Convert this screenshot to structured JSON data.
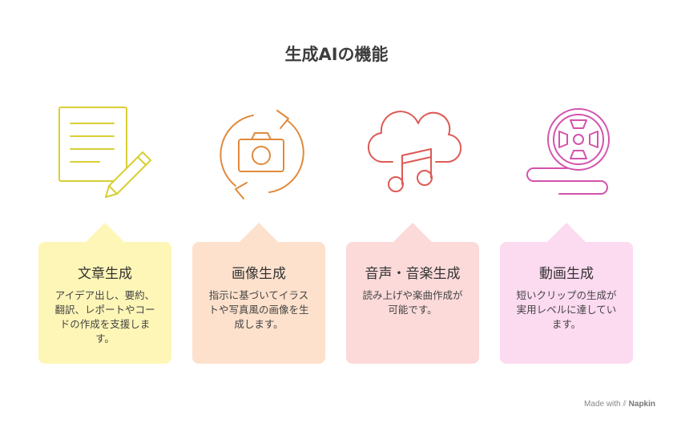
{
  "title": "生成AIの機能",
  "colors": {
    "card1": "#fef6b7",
    "card2": "#fde1cc",
    "card3": "#fcdada",
    "card4": "#fcdaf0",
    "icon1": "#d8cf33",
    "icon2": "#e08a3c",
    "icon3": "#dd5a55",
    "icon4": "#d453ae"
  },
  "cards": [
    {
      "title": "文章生成",
      "description": "アイデア出し、要約、翻訳、レポートやコードの作成を支援します。",
      "icon": "document-pen-icon"
    },
    {
      "title": "画像生成",
      "description": "指示に基づいてイラストや写真風の画像を生成します。",
      "icon": "camera-rotate-icon"
    },
    {
      "title": "音声・音楽生成",
      "description": "読み上げや楽曲作成が可能です。",
      "icon": "cloud-music-icon"
    },
    {
      "title": "動画生成",
      "description": "短いクリップの生成が実用レベルに達しています。",
      "icon": "film-reel-icon"
    }
  ],
  "footer": {
    "prefix": "Made with",
    "brand": "Napkin"
  }
}
